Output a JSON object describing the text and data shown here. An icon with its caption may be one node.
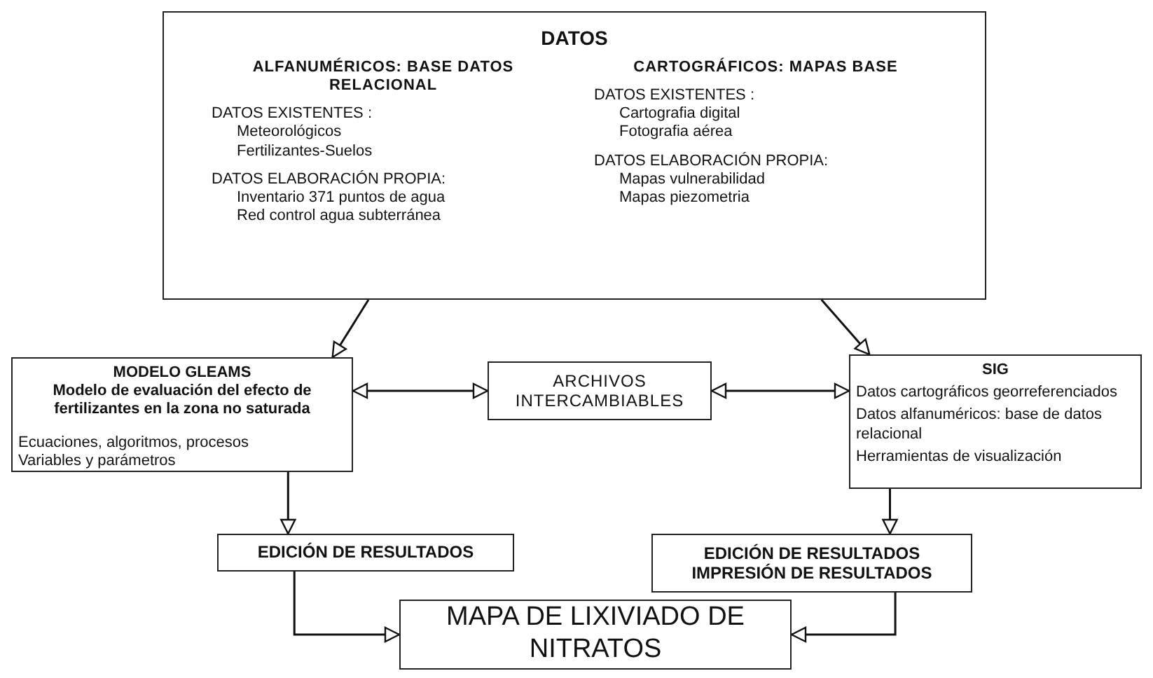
{
  "diagram": {
    "nodes": [
      {
        "text": [
          "DATOS",
          "ALFANUMÉRICOS: BASE DATOS RELACIONAL",
          "DATOS EXISTENTES :",
          "Meteorológicos",
          "Fertilizantes-Suelos",
          "DATOS ELABORACIÓN PROPIA:",
          "Inventario 371 puntos de agua",
          "Red control agua subterránea",
          "CARTOGRÁFICOS: MAPAS BASE",
          "DATOS EXISTENTES :",
          "Cartografia digital",
          "Fotografia aérea",
          "DATOS ELABORACIÓN PROPIA:",
          "Mapas vulnerabilidad",
          "Mapas piezometria"
        ]
      },
      {
        "text": [
          "MODELO GLEAMS",
          "Modelo de evaluación del efecto de fertilizantes en la zona no saturada",
          "Ecuaciones, algoritmos, procesos",
          "Variables y parámetros"
        ]
      },
      {
        "text": [
          "ARCHIVOS INTERCAMBIABLES"
        ]
      },
      {
        "text": [
          "SIG",
          "Datos cartográficos georreferenciados",
          "Datos alfanuméricos: base de datos relacional",
          "Herramientas de visualización"
        ]
      },
      {
        "text": [
          "EDICIÓN DE RESULTADOS"
        ]
      },
      {
        "text": [
          "EDICIÓN DE RESULTADOS",
          "IMPRESIÓN DE RESULTADOS"
        ]
      },
      {
        "text": [
          "MAPA DE LIXIVIADO DE NITRATOS"
        ]
      }
    ],
    "edges": [
      {
        "from": 0,
        "to": 1,
        "arrow": "to"
      },
      {
        "from": 0,
        "to": 3,
        "arrow": "to"
      },
      {
        "from": 1,
        "to": 2,
        "arrow": "both"
      },
      {
        "from": 2,
        "to": 3,
        "arrow": "both"
      },
      {
        "from": 1,
        "to": 4,
        "arrow": "to"
      },
      {
        "from": 3,
        "to": 5,
        "arrow": "to"
      },
      {
        "from": 4,
        "to": 6,
        "arrow": "to"
      },
      {
        "from": 5,
        "to": 6,
        "arrow": "to"
      }
    ]
  }
}
